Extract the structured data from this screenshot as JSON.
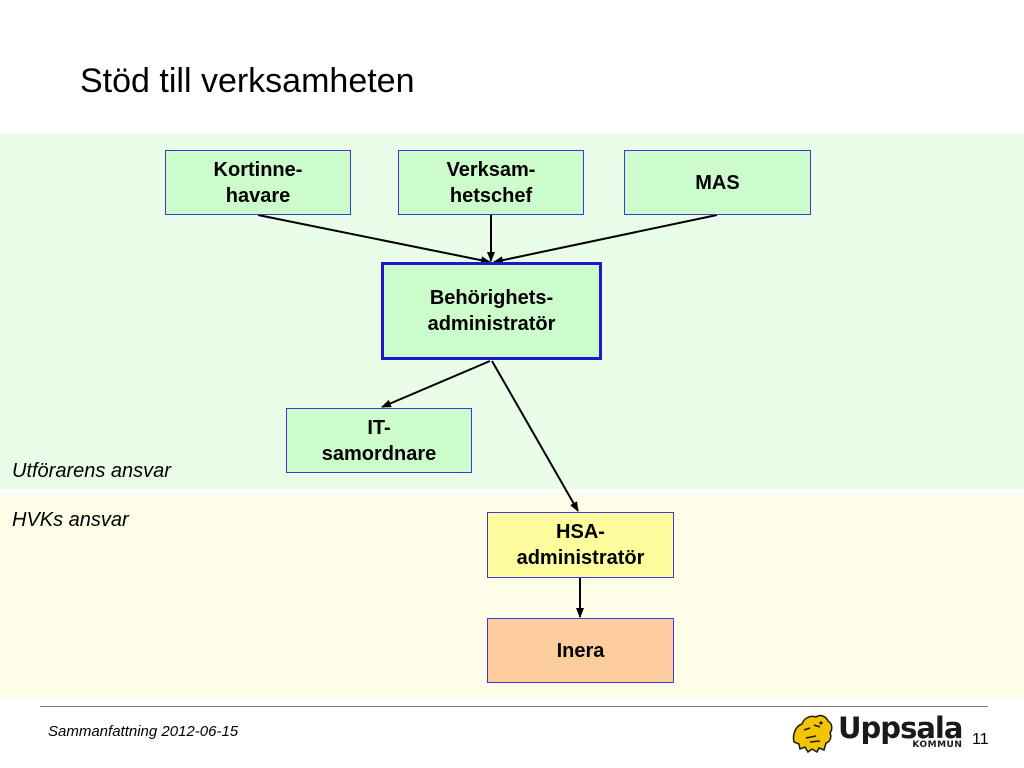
{
  "slide": {
    "title": "Stöd till verksamheten",
    "footer_text": "Sammanfattning 2012-06-15",
    "page_number": "11"
  },
  "zones": {
    "executor_label": "Utförarens ansvar",
    "hvk_label": "HVKs ansvar"
  },
  "nodes": {
    "card_holder": "Kortinne-\nhavare",
    "business_manager": "Verksam-\nhetschef",
    "mas": "MAS",
    "authorization_admin": "Behörighets-\nadministratör",
    "it_coordinator": "IT-\nsamordnare",
    "hsa_admin": "HSA-\nadministratör",
    "inera": "Inera"
  },
  "edges": [
    {
      "from": "card_holder",
      "to": "authorization_admin"
    },
    {
      "from": "business_manager",
      "to": "authorization_admin"
    },
    {
      "from": "mas",
      "to": "authorization_admin"
    },
    {
      "from": "authorization_admin",
      "to": "it_coordinator"
    },
    {
      "from": "authorization_admin",
      "to": "hsa_admin"
    },
    {
      "from": "hsa_admin",
      "to": "inera"
    }
  ],
  "logo": {
    "name": "Uppsala",
    "sub": "KOMMUN"
  },
  "colors": {
    "executor_zone": "#e9fde9",
    "hvk_zone": "#fefee8",
    "node_green": "#ccfccc",
    "node_yellow": "#fdfd9e",
    "node_orange": "#fecd9e",
    "node_border": "#1a1acc",
    "logo_yellow": "#f5c400"
  }
}
